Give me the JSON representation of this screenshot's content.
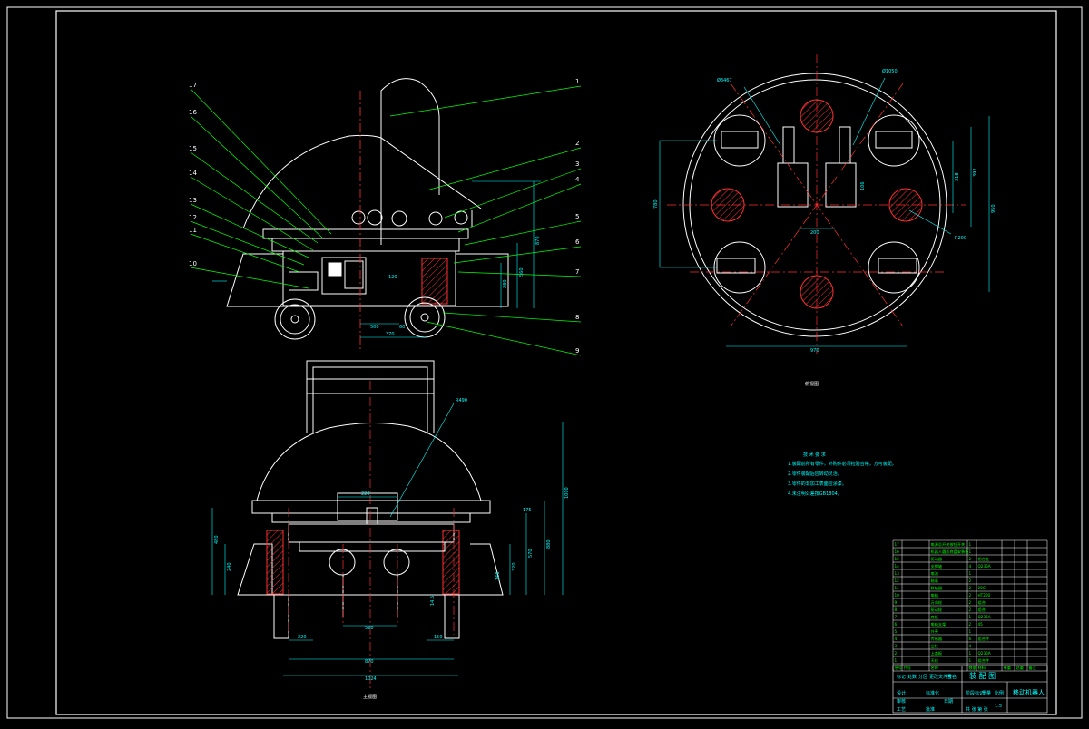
{
  "drawing": {
    "colors": {
      "background": "#000000",
      "outline": "#ffffff",
      "leader": "#00ff00",
      "dimension": "#00ffff",
      "centerline": "#ff3030",
      "hatch": "#ff3030",
      "text": "#ffffff"
    },
    "callouts": [
      "1",
      "2",
      "3",
      "4",
      "5",
      "6",
      "7",
      "8",
      "9",
      "10",
      "11",
      "12",
      "13",
      "14",
      "15",
      "16",
      "17"
    ],
    "side_view_dims": {
      "width_bottom": "370",
      "width_small": "500",
      "gap": "60",
      "h1": "870",
      "h2": "560",
      "h3": "280",
      "small": "120"
    },
    "top_view_dims": {
      "overall_w": "970",
      "overall_h": "780",
      "inner_h": "950",
      "side_a": "392",
      "side_b": "318",
      "center": "200",
      "mid": "106",
      "diam_left": "Ø3467",
      "diam_right": "Ø1050",
      "radius": "R200"
    },
    "front_view_dims": {
      "top": "220",
      "radius": "R490",
      "width_1": "1024",
      "width_2": "870",
      "width_3": "520",
      "left_a": "220",
      "right_a": "150",
      "h_total": "1000",
      "h_1": "880",
      "h_2": "570",
      "h_3": "480",
      "h_4": "320",
      "h_5": "240",
      "h_6": "160",
      "small_1": "175",
      "small_2": "14.5"
    },
    "view_labels": {
      "top_view": "俯视图",
      "front_view": "主视图"
    },
    "tech_req": {
      "title": "技 术 要 求",
      "lines": [
        "1.装配前所有零件，外购件必须检验合格，方可装配。",
        "2.零件装配后应转动灵活。",
        "3.零件的非加工表面应涂漆。",
        "4.未注明公差按GB1804。"
      ]
    },
    "title_block": {
      "drawing_title": "装 配 图",
      "name": "移动机器人",
      "scale": "1:5",
      "sheet": "共 张 第 张",
      "headers": [
        "序号",
        "代号",
        "名称",
        "数量",
        "材料",
        "单重",
        "总重",
        "备注"
      ],
      "rows": [
        [
          "17",
          "",
          "电源总开关按钮开关",
          "1",
          "",
          "",
          "",
          ""
        ],
        [
          "16",
          "",
          "机器人圆形底盘安装板",
          "1",
          "",
          "",
          "",
          ""
        ],
        [
          "15",
          "",
          "驱动器",
          "2",
          "铝合金",
          "",
          "",
          ""
        ],
        [
          "14",
          "",
          "支撑轴",
          "4",
          "Q235A",
          "",
          "",
          ""
        ],
        [
          "13",
          "",
          "电池",
          "1",
          "",
          "",
          "",
          ""
        ],
        [
          "12",
          "",
          "轴承",
          "2",
          "",
          "",
          "",
          ""
        ],
        [
          "11",
          "",
          "联轴器",
          "2",
          "20Cr",
          "",
          "",
          ""
        ],
        [
          "10",
          "",
          "电机",
          "2",
          "HT200",
          "",
          "",
          ""
        ],
        [
          "9",
          "",
          "万向轮",
          "2",
          "组合",
          "",
          "",
          ""
        ],
        [
          "8",
          "",
          "驱动轮",
          "2",
          "组合",
          "",
          "",
          ""
        ],
        [
          "7",
          "",
          "底板",
          "1",
          "Q235A",
          "",
          "",
          ""
        ],
        [
          "6",
          "",
          "电机支架",
          "2",
          "45",
          "",
          "",
          ""
        ],
        [
          "5",
          "",
          "外壳",
          "1",
          "",
          "",
          "",
          ""
        ],
        [
          "4",
          "",
          "传感器",
          "6",
          "组合件",
          "",
          "",
          ""
        ],
        [
          "3",
          "",
          "立柱",
          "4",
          "",
          "",
          "",
          ""
        ],
        [
          "2",
          "",
          "上盖板",
          "1",
          "Q235A",
          "",
          "",
          ""
        ],
        [
          "1",
          "",
          "天线",
          "1",
          "组合件",
          "",
          "",
          ""
        ]
      ],
      "labels": {
        "designer": "设计",
        "checker": "审核",
        "craft": "工艺",
        "approve": "批准",
        "standard": "标准化",
        "date": "日期",
        "mark": "标记",
        "count": "处数",
        "zone": "分区",
        "change_doc": "更改文件号",
        "sign": "签名",
        "stage_mark": "阶段标记",
        "weight": "重量",
        "ratio": "比例"
      }
    }
  }
}
